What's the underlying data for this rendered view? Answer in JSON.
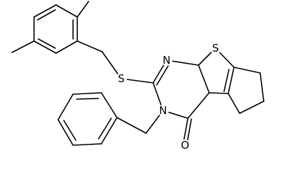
{
  "atom_labels": {
    "sulfur_linker": "S",
    "sulfur_ring": "S",
    "nitrogen_upper": "N",
    "nitrogen_lower": "N",
    "oxygen_carbonyl": "O"
  }
}
